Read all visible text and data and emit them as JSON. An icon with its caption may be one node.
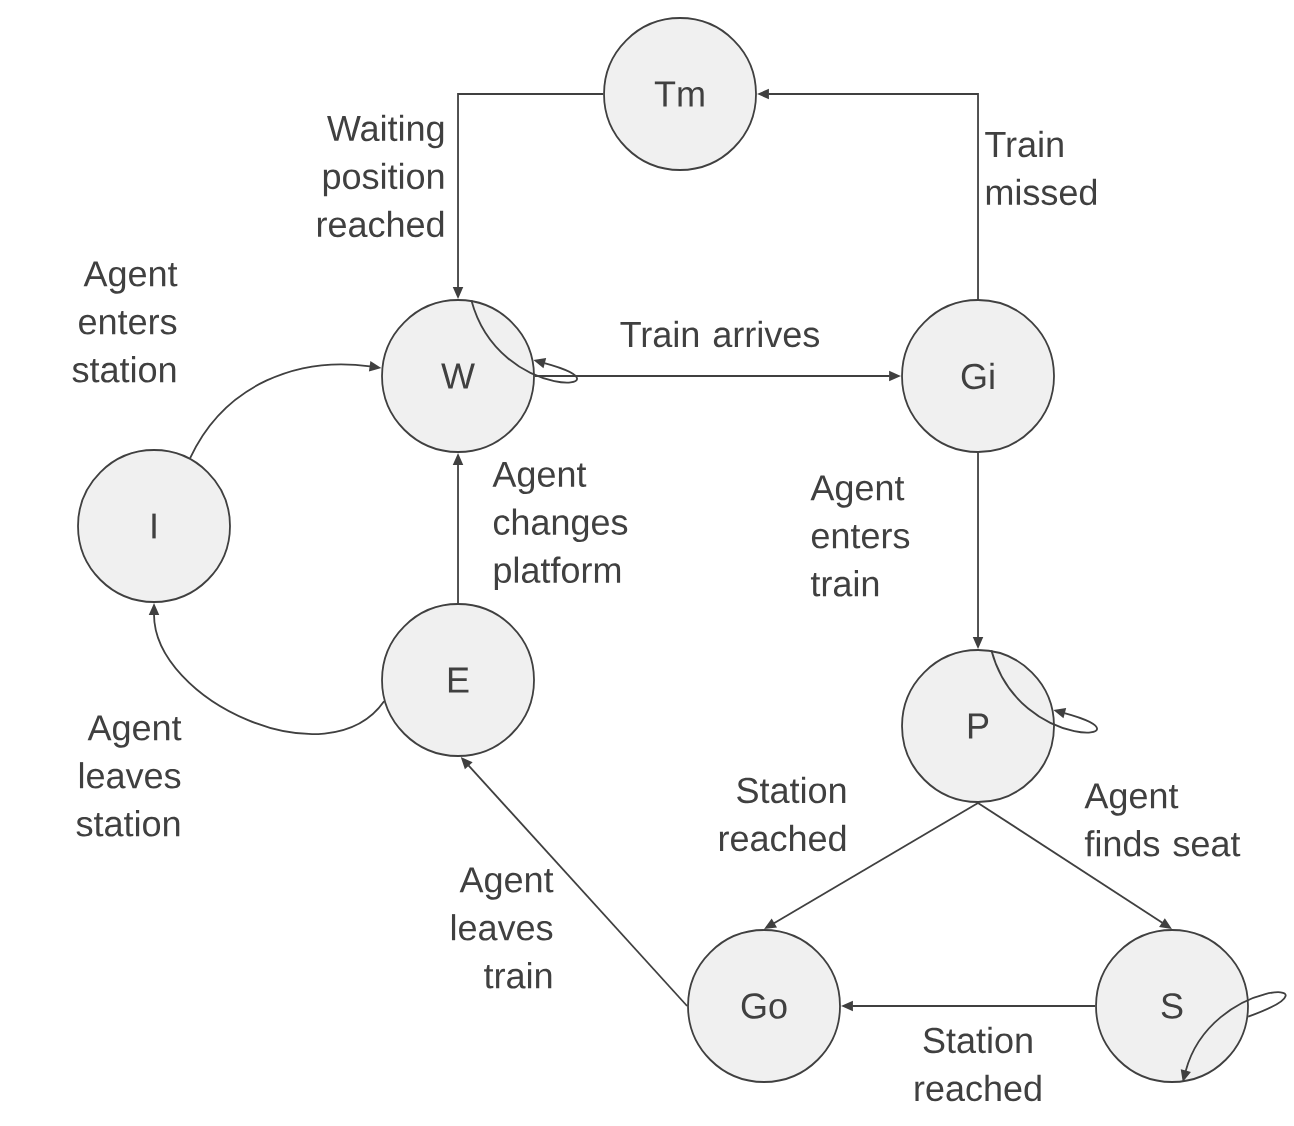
{
  "diagram": {
    "nodes": [
      {
        "text": [
          "Tm"
        ]
      },
      {
        "text": [
          "W"
        ]
      },
      {
        "text": [
          "Gi"
        ]
      },
      {
        "text": [
          "I"
        ]
      },
      {
        "text": [
          "E"
        ]
      },
      {
        "text": [
          "P"
        ]
      },
      {
        "text": [
          "Go"
        ]
      },
      {
        "text": [
          "S"
        ]
      }
    ],
    "edges": [
      {
        "from": 0,
        "to": 1,
        "arrow": "to",
        "label": "Waiting position reached"
      },
      {
        "from": 2,
        "to": 0,
        "arrow": "to",
        "label": "Train missed"
      },
      {
        "from": 1,
        "to": 1,
        "arrow": "to"
      },
      {
        "from": 1,
        "to": 2,
        "arrow": "to",
        "label": "Train arrives"
      },
      {
        "from": 3,
        "to": 1,
        "arrow": "to",
        "label": "Agent enters station"
      },
      {
        "from": 4,
        "to": 3,
        "arrow": "to",
        "label": "Agent leaves station"
      },
      {
        "from": 4,
        "to": 1,
        "arrow": "to",
        "label": "Agent changes platform"
      },
      {
        "from": 2,
        "to": 5,
        "arrow": "to",
        "label": "Agent enters train"
      },
      {
        "from": 5,
        "to": 5,
        "arrow": "to"
      },
      {
        "from": 5,
        "to": 6,
        "arrow": "to",
        "label": "Station reached"
      },
      {
        "from": 5,
        "to": 7,
        "arrow": "to",
        "label": "Agent finds seat"
      },
      {
        "from": 7,
        "to": 6,
        "arrow": "to",
        "label": "Station reached"
      },
      {
        "from": 7,
        "to": 7,
        "arrow": "to"
      },
      {
        "from": 6,
        "to": 4,
        "arrow": "to",
        "label": "Agent leaves train"
      }
    ]
  }
}
